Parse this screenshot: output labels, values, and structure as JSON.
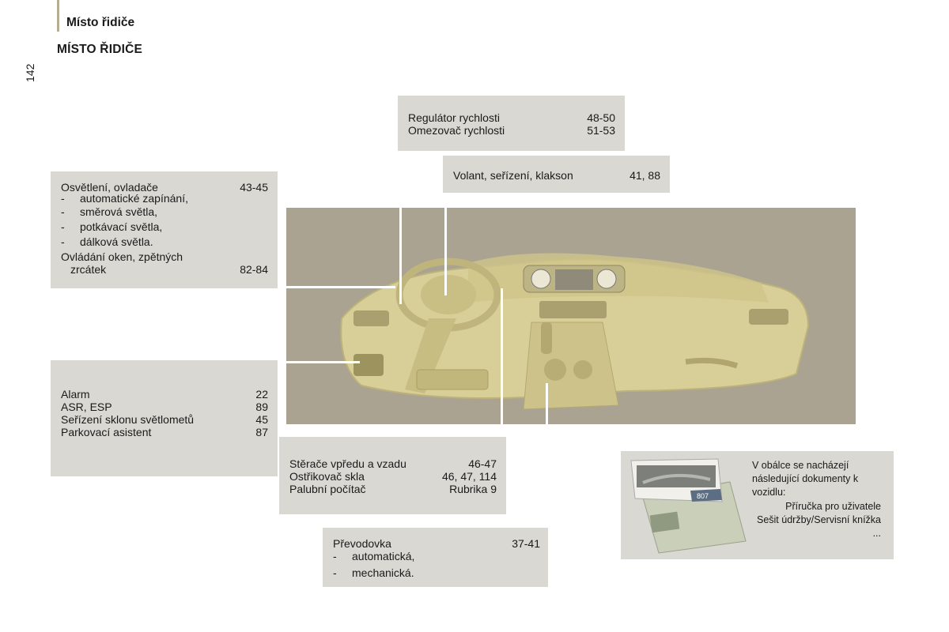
{
  "header": {
    "section_title": "Místo řidiče",
    "page_number": "142"
  },
  "page_heading": "MÍSTO ŘIDIČE",
  "callouts": {
    "cruise": {
      "rows": [
        {
          "label": "Regulátor rychlosti",
          "ref": "48-50"
        },
        {
          "label": "Omezovač rychlosti",
          "ref": "51-53"
        }
      ]
    },
    "steering": {
      "label": "Volant, seřízení, klakson",
      "ref": "41, 88"
    },
    "lighting": {
      "label": "Osvětlení, ovladače",
      "ref": "43-45",
      "items": [
        "automatické zapínání,",
        "směrová světla,",
        "potkávací světla,",
        "dálková světla."
      ],
      "windows_label_1": "Ovládání oken, zpětných",
      "windows_label_2": "zrcátek",
      "windows_ref": "82-84"
    },
    "alarm": {
      "rows": [
        {
          "label": "Alarm",
          "ref": "22"
        },
        {
          "label": "ASR, ESP",
          "ref": "89"
        },
        {
          "label": "Seřízení sklonu světlometů",
          "ref": "45"
        },
        {
          "label": "Parkovací asistent",
          "ref": "87"
        }
      ]
    },
    "wipers": {
      "rows": [
        {
          "label": "Stěrače vpředu a vzadu",
          "ref": "46-47"
        },
        {
          "label": "Ostřikovač skla",
          "ref": "46, 47, 114"
        },
        {
          "label": "Palubní počítač",
          "ref": "Rubrika 9"
        }
      ]
    },
    "gearbox": {
      "label": "Převodovka",
      "ref": "37-41",
      "items": [
        "automatická,",
        "mechanická."
      ]
    }
  },
  "documents": {
    "intro": "V obálce se nacházejí následující dokumenty k vozidlu:",
    "items": [
      "Příručka pro uživatele",
      "Sešit údržby/Servisní knížka",
      "..."
    ],
    "booklet_label": "807"
  },
  "colors": {
    "box_bg": "#d9d8d2",
    "photo_bg": "#a9a290",
    "dashboard": "#d8cf98"
  }
}
